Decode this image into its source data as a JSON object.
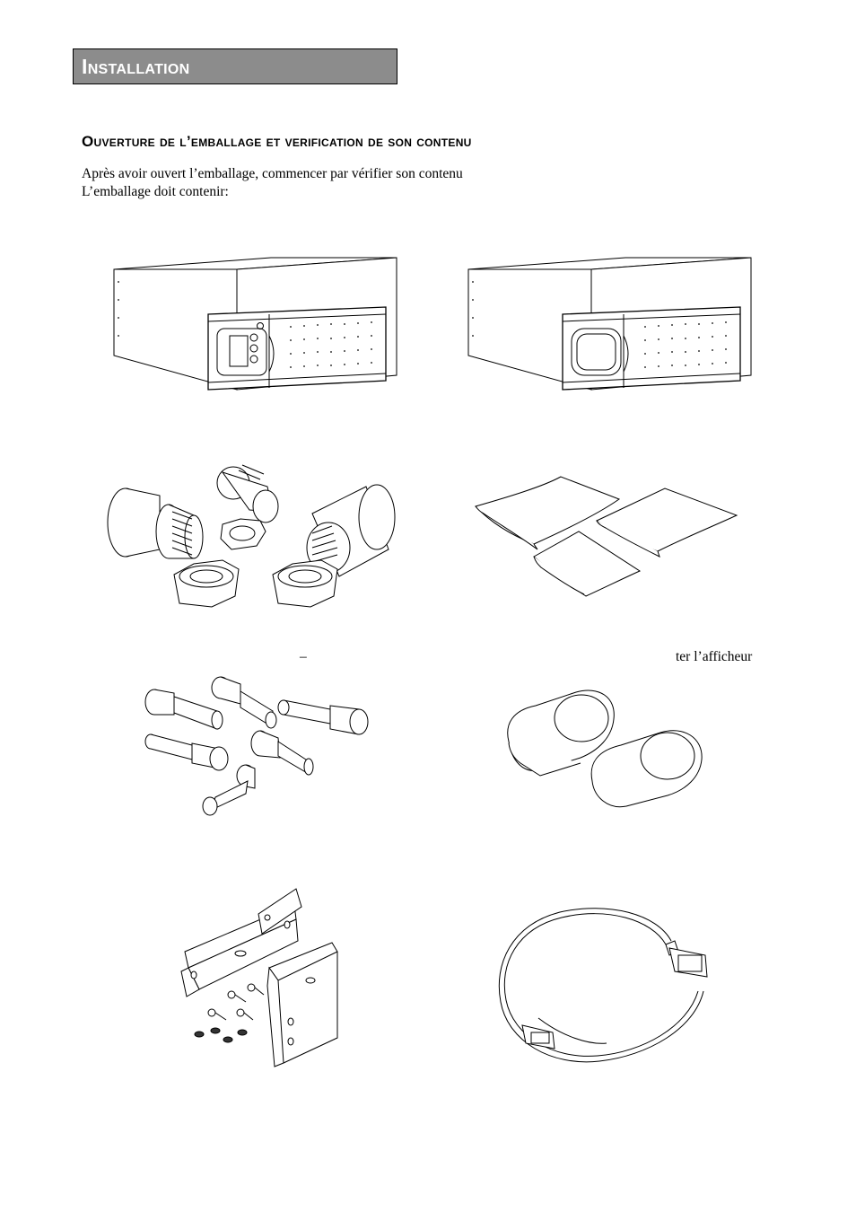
{
  "section": {
    "title": "Installation"
  },
  "subsection": {
    "title": "Ouverture de l’emballage et verification de son contenu"
  },
  "intro": {
    "line1": "Après avoir ouvert l’emballage, commencer par vérifier son contenu",
    "line2": "L’emballage doit contenir:"
  },
  "fragments": {
    "dash": "–",
    "right": "ter l’afficheur"
  }
}
